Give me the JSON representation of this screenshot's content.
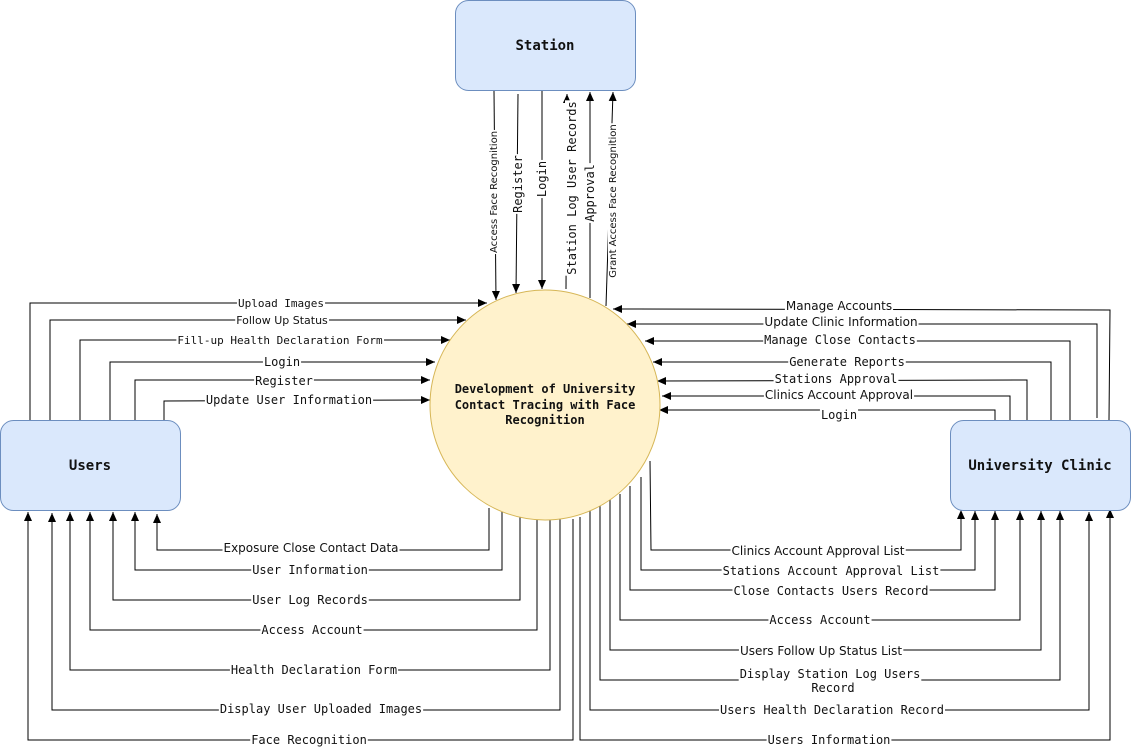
{
  "entities": {
    "station": "Station",
    "users": "Users",
    "clinic": "University Clinic"
  },
  "process": {
    "line1": "Development of University",
    "line2": "Contact Tracing with Face",
    "line3": "Recognition"
  },
  "colors": {
    "entity_fill": "#dae8fc",
    "entity_stroke": "#6c8ebf",
    "process_fill": "#fff2cc",
    "process_stroke": "#d6b656"
  },
  "flows": {
    "station_access_face": "Access Face Recognition",
    "station_register": "Register",
    "station_login": "Login",
    "station_log_records": "Station Log User Records",
    "station_approval": "Approval",
    "station_grant_access": "Grant Access Face Recognition",
    "users_upload_images": "Upload Images",
    "users_follow_up": "Follow Up Status",
    "users_health_form": "Fill-up Health Declaration Form",
    "users_login": "Login",
    "users_register": "Register",
    "users_update_info": "Update User Information",
    "out_exposure": "Exposure Close Contact Data",
    "out_user_info": "User Information",
    "out_user_log": "User Log Records",
    "out_access_account": "Access Account",
    "out_health_form": "Health Declaration Form",
    "out_display_images": "Display User Uploaded Images",
    "out_face_recognition": "Face Recognition",
    "clinic_manage_accounts": "Manage Accounts",
    "clinic_update_info": "Update Clinic Information",
    "clinic_manage_contacts": "Manage Close Contacts",
    "clinic_generate_reports": "Generate Reports",
    "clinic_stations_approval": "Stations Approval",
    "clinic_accounts_approval": "Clinics Account Approval",
    "clinic_login": "Login",
    "cout_clinics_list": "Clinics Account Approval List",
    "cout_stations_list": "Stations Account Approval List",
    "cout_close_contacts": "Close Contacts Users Record",
    "cout_access_account": "Access Account",
    "cout_follow_up": "Users Follow Up Status List",
    "cout_station_log_1": "Display Station Log Users",
    "cout_station_log_2": "Record",
    "cout_health_record": "Users Health Declaration Record",
    "cout_users_info": "Users Information"
  }
}
